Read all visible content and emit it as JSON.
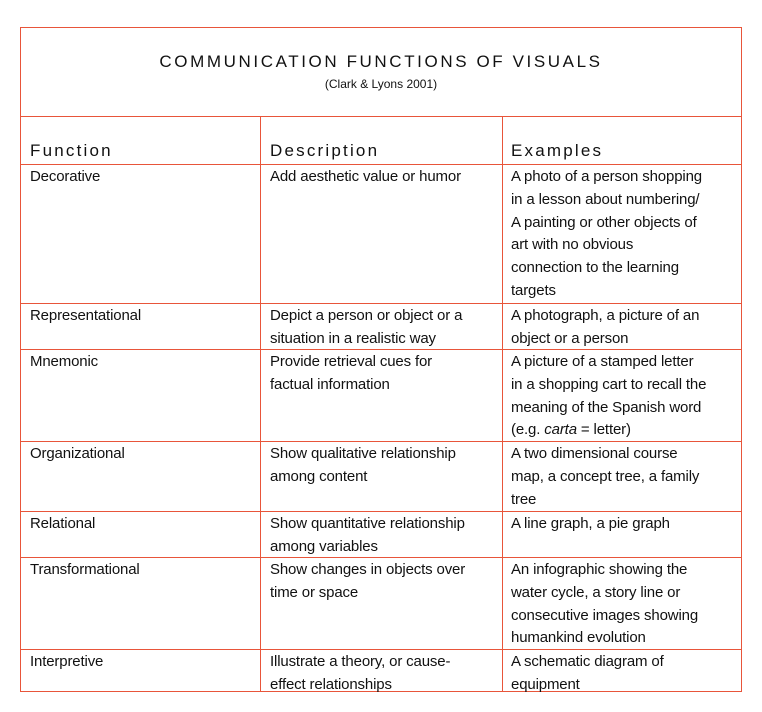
{
  "title": "COMMUNICATION FUNCTIONS OF VISUALS",
  "subtitle": "(Clark & Lyons 2001)",
  "headers": [
    "Function",
    "Description",
    "Examples"
  ],
  "border_color": "#e8553a",
  "rows": [
    {
      "function": [
        "Decorative"
      ],
      "description": [
        "Add aesthetic value or humor"
      ],
      "examples": [
        "A photo of a person shopping",
        "in a lesson about numbering/",
        "A painting or other objects of",
        "art with no obvious",
        "connection to the learning",
        "targets"
      ]
    },
    {
      "function": [
        "Representational"
      ],
      "description": [
        "Depict a person or object or a",
        "situation in a realistic way"
      ],
      "examples": [
        "A photograph, a picture of an",
        "object or a person"
      ]
    },
    {
      "function": [
        "Mnemonic"
      ],
      "description": [
        "Provide retrieval cues for",
        "factual information"
      ],
      "examples": [
        "A picture of a stamped letter",
        "in a shopping cart to recall the",
        "meaning of the Spanish word"
      ],
      "examples_last": {
        "before": "(e.g. ",
        "italic": "carta",
        "after": " = letter)"
      }
    },
    {
      "function": [
        "Organizational"
      ],
      "description": [
        "Show qualitative relationship",
        "among content"
      ],
      "examples": [
        "A two dimensional course",
        "map, a concept tree, a family",
        "tree"
      ]
    },
    {
      "function": [
        "Relational"
      ],
      "description": [
        "Show quantitative relationship",
        "among variables"
      ],
      "examples": [
        "A line graph, a pie graph"
      ]
    },
    {
      "function": [
        "Transformational"
      ],
      "description": [
        "Show changes in objects over",
        "time or space"
      ],
      "examples": [
        "An infographic showing the",
        "water cycle, a story line or",
        "consecutive images showing",
        "humankind evolution"
      ]
    },
    {
      "function": [
        "Interpretive"
      ],
      "description": [
        "Illustrate a theory, or cause-",
        "effect relationships"
      ],
      "examples": [
        "A  schematic diagram of",
        "equipment"
      ]
    }
  ]
}
